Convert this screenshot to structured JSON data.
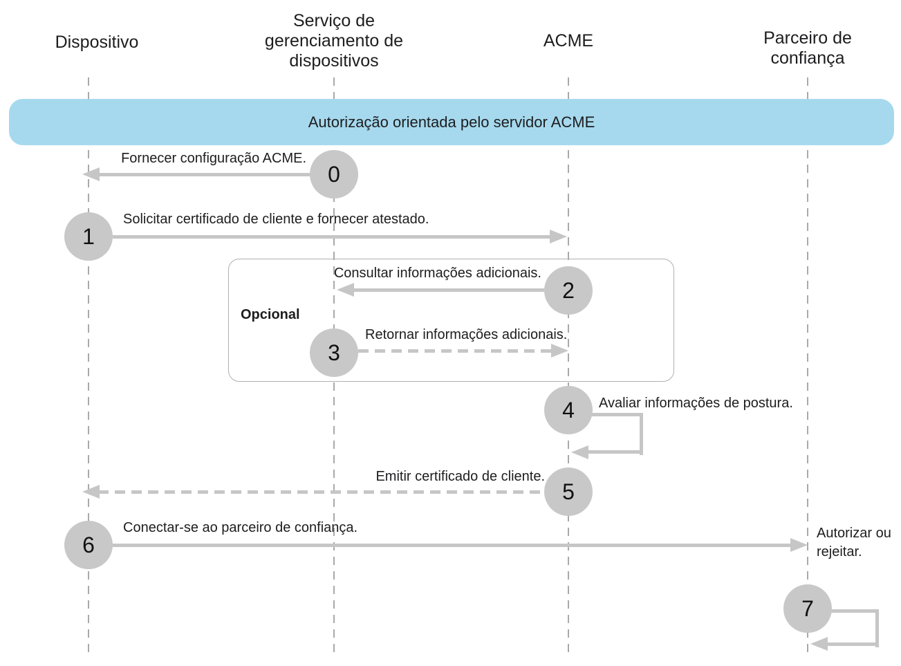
{
  "colors": {
    "banner_bg": "#a6d9ee",
    "circle_fill": "#c8c8c8",
    "arrow_gray": "#c6c6c6",
    "lifeline_gray": "#a9a9a9",
    "box_border": "#b0b0b0",
    "text": "#1d1d1f"
  },
  "banner": {
    "title": "Autorização orientada pelo servidor ACME"
  },
  "actors": [
    {
      "label": "Dispositivo"
    },
    {
      "label": "Serviço de gerenciamento de dispositivos"
    },
    {
      "label": "ACME"
    },
    {
      "label": "Parceiro de confiança"
    }
  ],
  "optional_group": {
    "label": "Opcional"
  },
  "steps": [
    {
      "num": "0",
      "label": "Fornecer configuração ACME."
    },
    {
      "num": "1",
      "label": "Solicitar certificado de cliente e fornecer atestado."
    },
    {
      "num": "2",
      "label": "Consultar informações adicionais."
    },
    {
      "num": "3",
      "label": "Retornar informações adicionais."
    },
    {
      "num": "4",
      "label": "Avaliar informações de postura."
    },
    {
      "num": "5",
      "label": "Emitir certificado de cliente."
    },
    {
      "num": "6",
      "label": "Conectar-se ao parceiro de confiança."
    },
    {
      "num": "7",
      "label": ""
    }
  ],
  "partner_note": "Autorizar ou rejeitar."
}
